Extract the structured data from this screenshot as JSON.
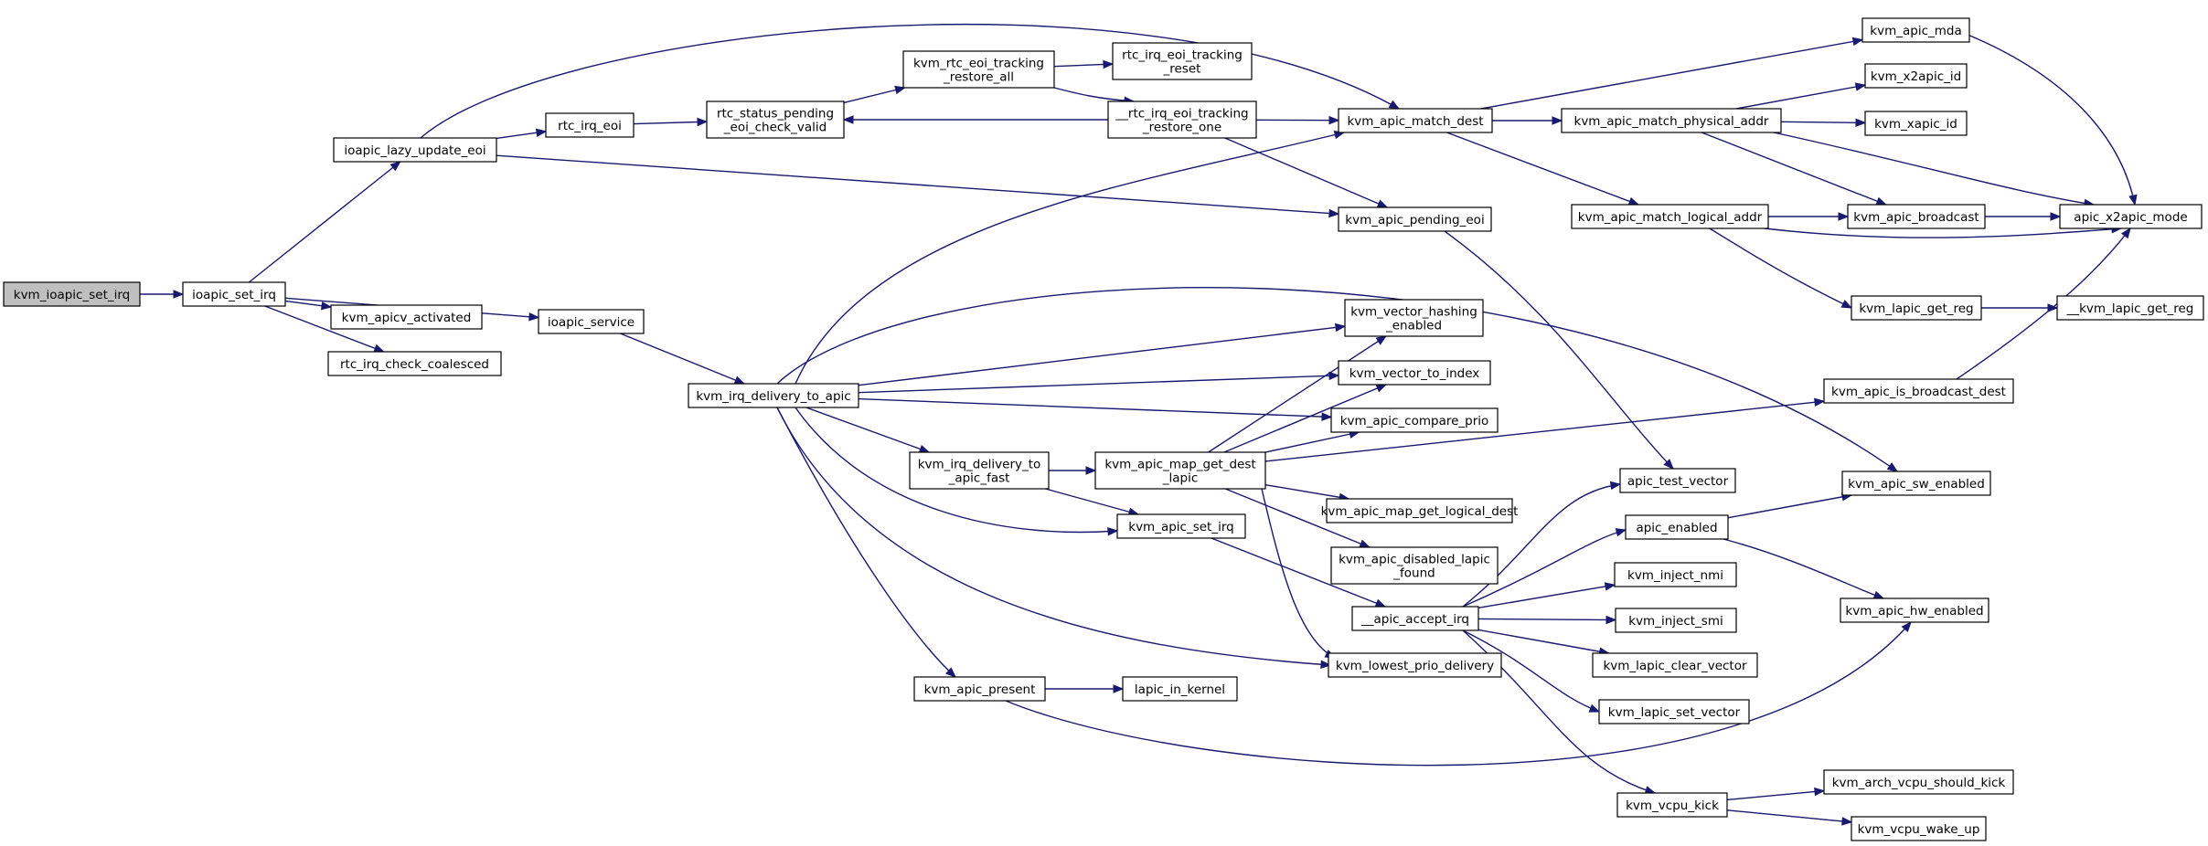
{
  "colors": {
    "edge": "#191970",
    "root_fill": "#bfbfbf",
    "node_fill": "#ffffff",
    "node_border": "#000000"
  },
  "nodes": {
    "kvm_ioapic_set_irq": [
      "kvm_ioapic_set_irq"
    ],
    "ioapic_set_irq": [
      "ioapic_set_irq"
    ],
    "ioapic_lazy_update_eoi": [
      "ioapic_lazy_update_eoi"
    ],
    "kvm_apicv_activated": [
      "kvm_apicv_activated"
    ],
    "rtc_irq_check_coalesced": [
      "rtc_irq_check_coalesced"
    ],
    "ioapic_service": [
      "ioapic_service"
    ],
    "rtc_irq_eoi": [
      "rtc_irq_eoi"
    ],
    "rtc_status_pending_eoi_check_valid": [
      "rtc_status_pending",
      "_eoi_check_valid"
    ],
    "kvm_rtc_eoi_tracking_restore_all": [
      "kvm_rtc_eoi_tracking",
      "_restore_all"
    ],
    "rtc_irq_eoi_tracking_reset": [
      "rtc_irq_eoi_tracking",
      "_reset"
    ],
    "__rtc_irq_eoi_tracking_restore_one": [
      "__rtc_irq_eoi_tracking",
      "_restore_one"
    ],
    "kvm_irq_delivery_to_apic": [
      "kvm_irq_delivery_to_apic"
    ],
    "kvm_irq_delivery_to_apic_fast": [
      "kvm_irq_delivery_to",
      "_apic_fast"
    ],
    "kvm_apic_present": [
      "kvm_apic_present"
    ],
    "lapic_in_kernel": [
      "lapic_in_kernel"
    ],
    "kvm_apic_map_get_dest_lapic": [
      "kvm_apic_map_get_dest",
      "_lapic"
    ],
    "kvm_apic_set_irq": [
      "kvm_apic_set_irq"
    ],
    "kvm_apic_match_dest": [
      "kvm_apic_match_dest"
    ],
    "kvm_apic_pending_eoi": [
      "kvm_apic_pending_eoi"
    ],
    "kvm_vector_hashing_enabled": [
      "kvm_vector_hashing",
      "_enabled"
    ],
    "kvm_vector_to_index": [
      "kvm_vector_to_index"
    ],
    "kvm_apic_compare_prio": [
      "kvm_apic_compare_prio"
    ],
    "kvm_apic_map_get_logical_dest": [
      "kvm_apic_map_get_logical_dest"
    ],
    "kvm_apic_disabled_lapic_found": [
      "kvm_apic_disabled_lapic",
      "_found"
    ],
    "__apic_accept_irq": [
      "__apic_accept_irq"
    ],
    "kvm_lowest_prio_delivery": [
      "kvm_lowest_prio_delivery"
    ],
    "kvm_apic_match_physical_addr": [
      "kvm_apic_match_physical_addr"
    ],
    "kvm_apic_match_logical_addr": [
      "kvm_apic_match_logical_addr"
    ],
    "kvm_apic_mda": [
      "kvm_apic_mda"
    ],
    "kvm_x2apic_id": [
      "kvm_x2apic_id"
    ],
    "kvm_xapic_id": [
      "kvm_xapic_id"
    ],
    "kvm_apic_broadcast": [
      "kvm_apic_broadcast"
    ],
    "apic_x2apic_mode": [
      "apic_x2apic_mode"
    ],
    "kvm_lapic_get_reg": [
      "kvm_lapic_get_reg"
    ],
    "__kvm_lapic_get_reg": [
      "__kvm_lapic_get_reg"
    ],
    "kvm_apic_is_broadcast_dest": [
      "kvm_apic_is_broadcast_dest"
    ],
    "apic_test_vector": [
      "apic_test_vector"
    ],
    "apic_enabled": [
      "apic_enabled"
    ],
    "kvm_apic_sw_enabled": [
      "kvm_apic_sw_enabled"
    ],
    "kvm_apic_hw_enabled": [
      "kvm_apic_hw_enabled"
    ],
    "kvm_inject_nmi": [
      "kvm_inject_nmi"
    ],
    "kvm_inject_smi": [
      "kvm_inject_smi"
    ],
    "kvm_lapic_clear_vector": [
      "kvm_lapic_clear_vector"
    ],
    "kvm_lapic_set_vector": [
      "kvm_lapic_set_vector"
    ],
    "kvm_vcpu_kick": [
      "kvm_vcpu_kick"
    ],
    "kvm_arch_vcpu_should_kick": [
      "kvm_arch_vcpu_should_kick"
    ],
    "kvm_vcpu_wake_up": [
      "kvm_vcpu_wake_up"
    ]
  },
  "edges": [
    [
      "kvm_ioapic_set_irq",
      "ioapic_set_irq"
    ],
    [
      "ioapic_set_irq",
      "ioapic_lazy_update_eoi"
    ],
    [
      "ioapic_set_irq",
      "kvm_apicv_activated"
    ],
    [
      "ioapic_set_irq",
      "rtc_irq_check_coalesced"
    ],
    [
      "ioapic_set_irq",
      "ioapic_service"
    ],
    [
      "ioapic_lazy_update_eoi",
      "rtc_irq_eoi"
    ],
    [
      "ioapic_lazy_update_eoi",
      "kvm_apic_match_dest"
    ],
    [
      "ioapic_lazy_update_eoi",
      "kvm_apic_pending_eoi"
    ],
    [
      "rtc_irq_eoi",
      "rtc_status_pending_eoi_check_valid"
    ],
    [
      "rtc_status_pending_eoi_check_valid",
      "kvm_rtc_eoi_tracking_restore_all"
    ],
    [
      "kvm_rtc_eoi_tracking_restore_all",
      "rtc_irq_eoi_tracking_reset"
    ],
    [
      "kvm_rtc_eoi_tracking_restore_all",
      "__rtc_irq_eoi_tracking_restore_one"
    ],
    [
      "__rtc_irq_eoi_tracking_restore_one",
      "rtc_status_pending_eoi_check_valid"
    ],
    [
      "__rtc_irq_eoi_tracking_restore_one",
      "kvm_apic_match_dest"
    ],
    [
      "__rtc_irq_eoi_tracking_restore_one",
      "kvm_apic_pending_eoi"
    ],
    [
      "ioapic_service",
      "kvm_irq_delivery_to_apic"
    ],
    [
      "kvm_irq_delivery_to_apic",
      "kvm_apic_match_dest"
    ],
    [
      "kvm_irq_delivery_to_apic",
      "kvm_apic_sw_enabled"
    ],
    [
      "kvm_irq_delivery_to_apic",
      "kvm_vector_hashing_enabled"
    ],
    [
      "kvm_irq_delivery_to_apic",
      "kvm_vector_to_index"
    ],
    [
      "kvm_irq_delivery_to_apic",
      "kvm_apic_compare_prio"
    ],
    [
      "kvm_irq_delivery_to_apic",
      "kvm_irq_delivery_to_apic_fast"
    ],
    [
      "kvm_irq_delivery_to_apic",
      "kvm_apic_set_irq"
    ],
    [
      "kvm_irq_delivery_to_apic",
      "kvm_lowest_prio_delivery"
    ],
    [
      "kvm_irq_delivery_to_apic",
      "kvm_apic_present"
    ],
    [
      "kvm_irq_delivery_to_apic_fast",
      "kvm_apic_map_get_dest_lapic"
    ],
    [
      "kvm_irq_delivery_to_apic_fast",
      "kvm_apic_set_irq"
    ],
    [
      "kvm_apic_map_get_dest_lapic",
      "kvm_vector_hashing_enabled"
    ],
    [
      "kvm_apic_map_get_dest_lapic",
      "kvm_vector_to_index"
    ],
    [
      "kvm_apic_map_get_dest_lapic",
      "kvm_apic_compare_prio"
    ],
    [
      "kvm_apic_map_get_dest_lapic",
      "kvm_apic_is_broadcast_dest"
    ],
    [
      "kvm_apic_map_get_dest_lapic",
      "kvm_apic_map_get_logical_dest"
    ],
    [
      "kvm_apic_map_get_dest_lapic",
      "kvm_apic_disabled_lapic_found"
    ],
    [
      "kvm_apic_map_get_dest_lapic",
      "kvm_lowest_prio_delivery"
    ],
    [
      "kvm_apic_set_irq",
      "__apic_accept_irq"
    ],
    [
      "kvm_apic_present",
      "lapic_in_kernel"
    ],
    [
      "kvm_apic_present",
      "kvm_apic_hw_enabled"
    ],
    [
      "kvm_apic_match_dest",
      "kvm_apic_mda"
    ],
    [
      "kvm_apic_match_dest",
      "kvm_apic_match_physical_addr"
    ],
    [
      "kvm_apic_match_dest",
      "kvm_apic_match_logical_addr"
    ],
    [
      "kvm_apic_pending_eoi",
      "apic_test_vector"
    ],
    [
      "kvm_apic_match_physical_addr",
      "kvm_x2apic_id"
    ],
    [
      "kvm_apic_match_physical_addr",
      "kvm_xapic_id"
    ],
    [
      "kvm_apic_match_physical_addr",
      "kvm_apic_broadcast"
    ],
    [
      "kvm_apic_match_physical_addr",
      "apic_x2apic_mode"
    ],
    [
      "kvm_apic_match_logical_addr",
      "kvm_apic_broadcast"
    ],
    [
      "kvm_apic_match_logical_addr",
      "apic_x2apic_mode"
    ],
    [
      "kvm_apic_match_logical_addr",
      "kvm_lapic_get_reg"
    ],
    [
      "kvm_apic_mda",
      "apic_x2apic_mode"
    ],
    [
      "kvm_apic_broadcast",
      "apic_x2apic_mode"
    ],
    [
      "kvm_lapic_get_reg",
      "__kvm_lapic_get_reg"
    ],
    [
      "kvm_apic_is_broadcast_dest",
      "apic_x2apic_mode"
    ],
    [
      "__apic_accept_irq",
      "apic_test_vector"
    ],
    [
      "__apic_accept_irq",
      "apic_enabled"
    ],
    [
      "__apic_accept_irq",
      "kvm_inject_nmi"
    ],
    [
      "__apic_accept_irq",
      "kvm_inject_smi"
    ],
    [
      "__apic_accept_irq",
      "kvm_lapic_clear_vector"
    ],
    [
      "__apic_accept_irq",
      "kvm_lapic_set_vector"
    ],
    [
      "__apic_accept_irq",
      "kvm_vcpu_kick"
    ],
    [
      "apic_enabled",
      "kvm_apic_sw_enabled"
    ],
    [
      "apic_enabled",
      "kvm_apic_hw_enabled"
    ],
    [
      "kvm_vcpu_kick",
      "kvm_arch_vcpu_should_kick"
    ],
    [
      "kvm_vcpu_kick",
      "kvm_vcpu_wake_up"
    ]
  ]
}
